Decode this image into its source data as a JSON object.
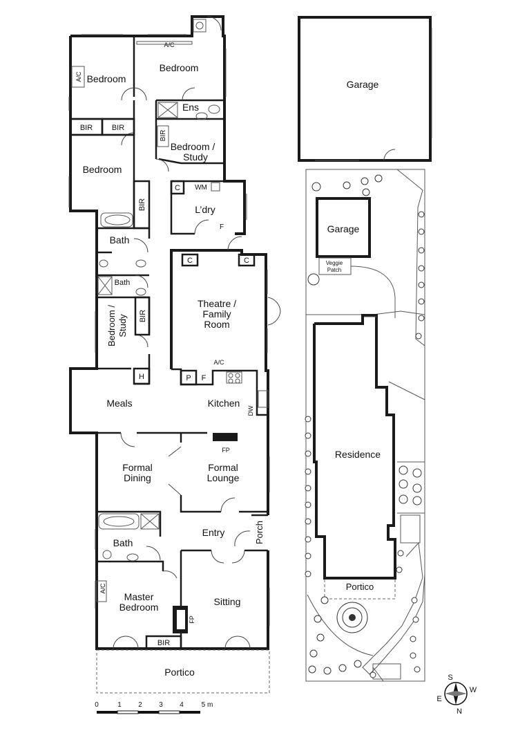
{
  "rooms": {
    "bedroom_nw": "Bedroom",
    "bedroom_n": "Bedroom",
    "ensuite": "Ens",
    "bedroom_study_n_1": "Bedroom /",
    "bedroom_study_n_2": "Study",
    "bedroom_w": "Bedroom",
    "laundry": "L’dry",
    "bath_upper": "Bath",
    "bath_small": "Bath",
    "bedroom_study_w_1": "Bedroom /",
    "bedroom_study_w_2": "Study",
    "theatre_1": "Theatre /",
    "theatre_2": "Family",
    "theatre_3": "Room",
    "meals": "Meals",
    "kitchen": "Kitchen",
    "formal_dining_1": "Formal",
    "formal_dining_2": "Dining",
    "formal_lounge_1": "Formal",
    "formal_lounge_2": "Lounge",
    "entry": "Entry",
    "porch": "Porch",
    "bath_lower": "Bath",
    "master_1": "Master",
    "master_2": "Bedroom",
    "sitting": "Sitting",
    "portico_front": "Portico"
  },
  "fixtures": {
    "ac_top": "A/C",
    "ac_nw": "A/C",
    "ac_kitchen": "A/C",
    "ac_master": "A/C",
    "bir_1": "BIR",
    "bir_2": "BIR",
    "bir_3": "BIR",
    "bir_4": "BIR",
    "bir_5": "BIR",
    "bir_master": "BIR",
    "c1": "C",
    "c2": "C",
    "c3": "C",
    "wm": "WM",
    "f_laundry": "F",
    "f_kitchen": "F",
    "p_kitchen": "P",
    "h_meals": "H",
    "dw": "DW",
    "fp_kitchen": "FP",
    "fp_sitting": "FP"
  },
  "site": {
    "garage_rear": "Garage",
    "garage_small": "Garage",
    "veggie_1": "Veggie",
    "veggie_2": "Patch",
    "residence": "Residence",
    "portico_site": "Portico"
  },
  "scale": {
    "ticks": [
      "0",
      "1",
      "2",
      "3",
      "4",
      "5 m"
    ]
  },
  "compass": {
    "s": "S",
    "w": "W",
    "e": "E",
    "n": "N"
  }
}
